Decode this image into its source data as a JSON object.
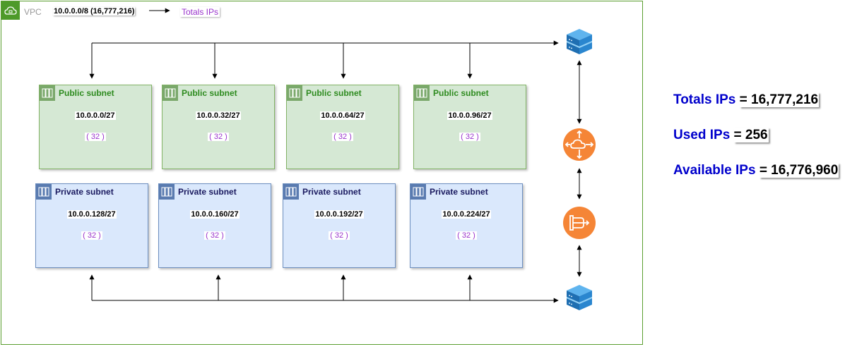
{
  "vpc": {
    "label": "VPC",
    "cidr": "10.0.0.0/8 (16,777,216)",
    "totals_link": "Totals IPs"
  },
  "public_subnets": [
    {
      "name": "Public subnet",
      "cidr": "10.0.0.0/27",
      "count": "( 32 )"
    },
    {
      "name": "Public subnet",
      "cidr": "10.0.0.32/27",
      "count": "( 32 )"
    },
    {
      "name": "Public subnet",
      "cidr": "10.0.0.64/27",
      "count": "( 32 )"
    },
    {
      "name": "Public subnet",
      "cidr": "10.0.0.96/27",
      "count": "( 32 )"
    }
  ],
  "private_subnets": [
    {
      "name": "Private subnet",
      "cidr": "10.0.0.128/27",
      "count": "( 32 )"
    },
    {
      "name": "Private subnet",
      "cidr": "10.0.0.160/27",
      "count": "( 32 )"
    },
    {
      "name": "Private subnet",
      "cidr": "10.0.0.192/27",
      "count": "( 32 )"
    },
    {
      "name": "Private subnet",
      "cidr": "10.0.0.224/27",
      "count": "( 32 )"
    }
  ],
  "icons": {
    "vpc": "cloud-lock-icon",
    "subnet": "server-rack-icon",
    "switch": "stacked-server-icon",
    "gateway": "internet-gateway-icon",
    "nat": "nat-gateway-icon"
  },
  "colors": {
    "vpc_border": "#5a9e2f",
    "public_fill": "#d5e8d4",
    "public_border": "#82b366",
    "private_fill": "#dae8fc",
    "private_border": "#6c8ebf",
    "accent_orange": "#f58536",
    "count_purple": "#9933cc",
    "summary_key": "#0000cc"
  },
  "summary": {
    "totals_label": "Totals IPs",
    "totals_value": "= 16,777,216",
    "used_label": "Used IPs",
    "used_value": "= 256",
    "available_label": "Available IPs",
    "available_value": "= 16,776,960"
  }
}
